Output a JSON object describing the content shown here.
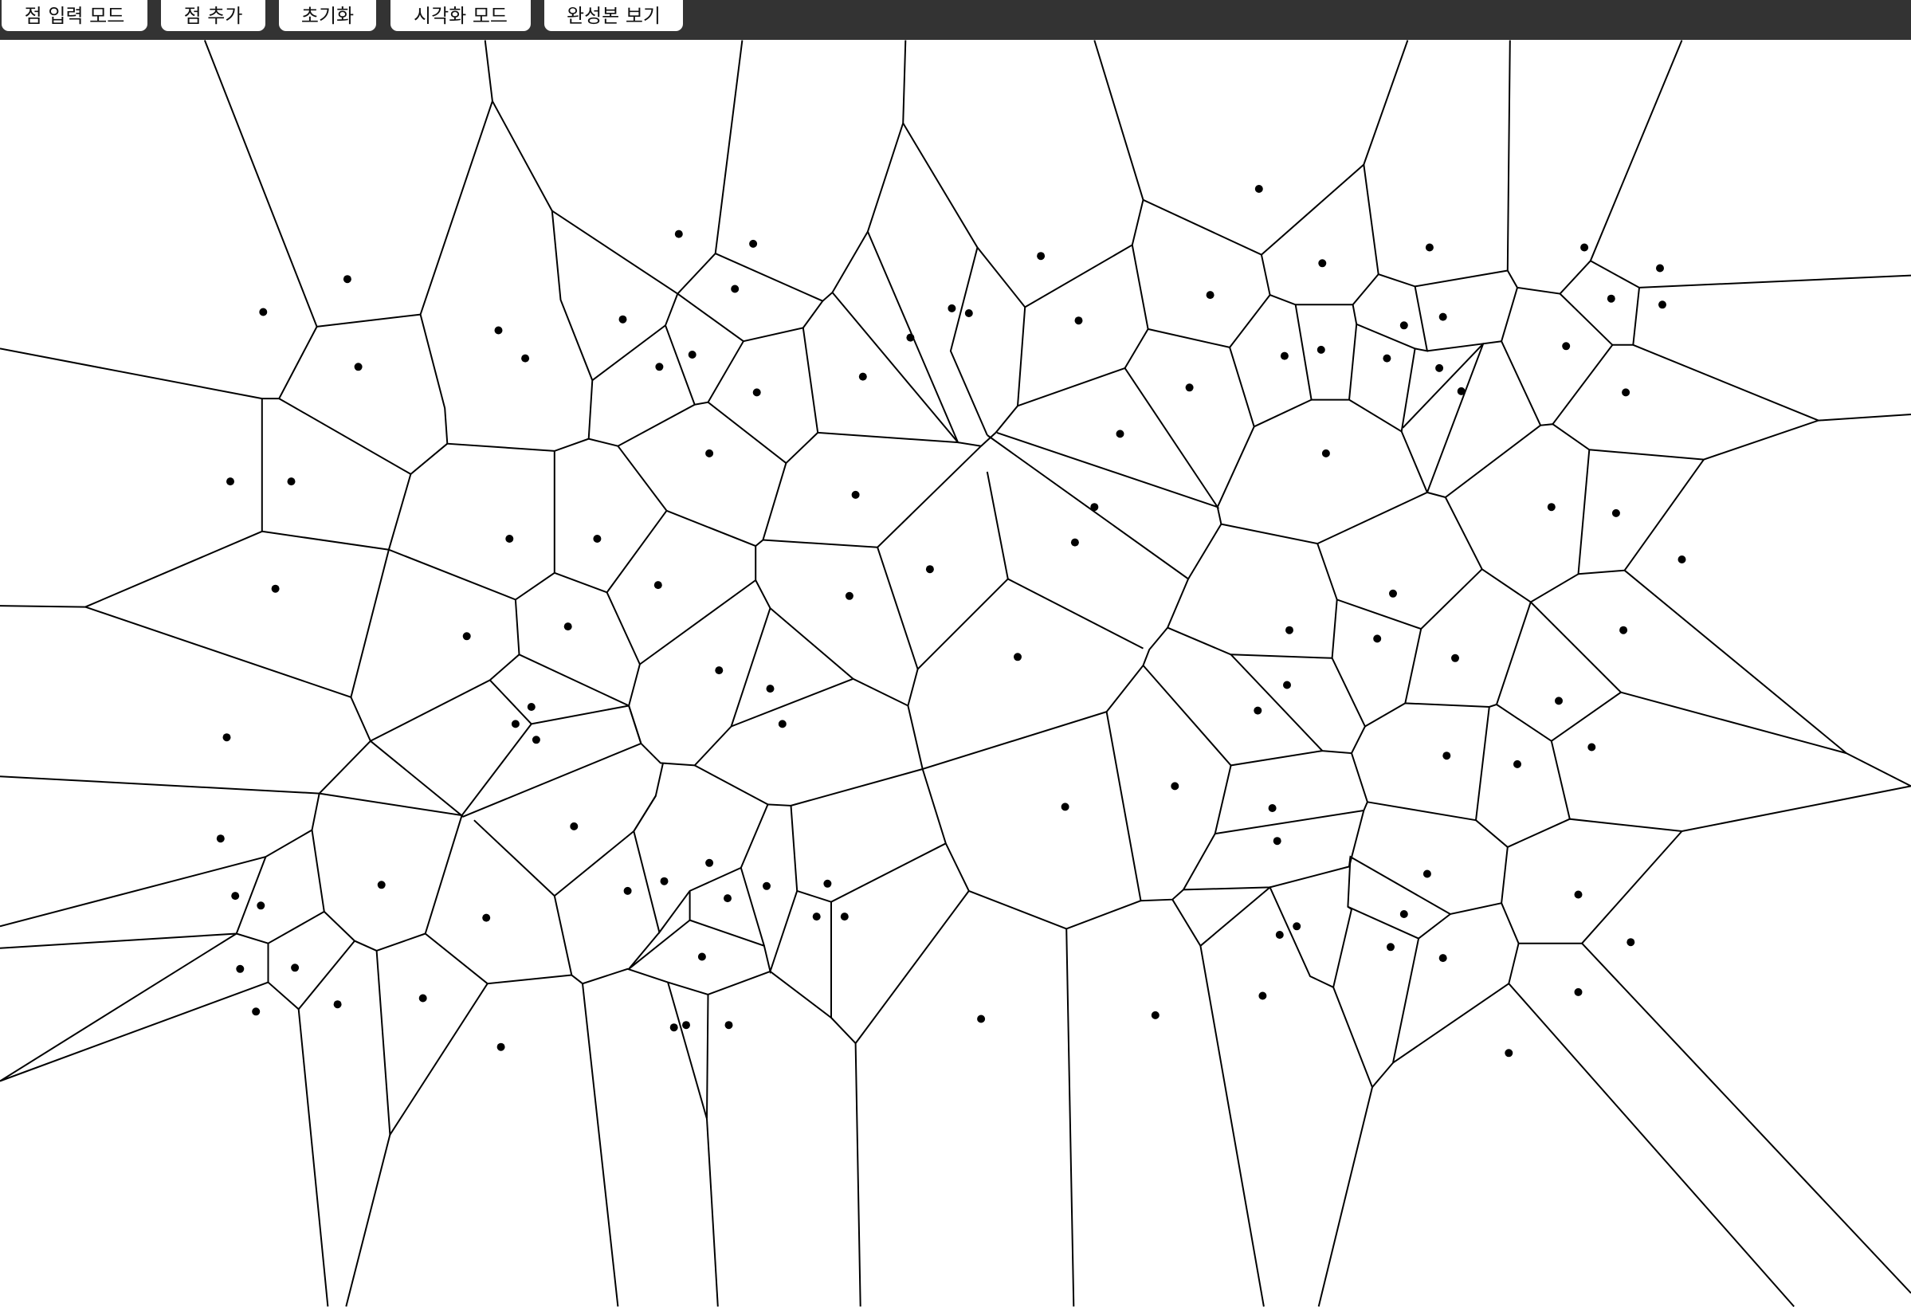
{
  "toolbar": {
    "buttons": [
      {
        "id": "point-input-mode",
        "label": "점 입력 모드"
      },
      {
        "id": "add-point",
        "label": "점 추가"
      },
      {
        "id": "reset",
        "label": "초기화"
      },
      {
        "id": "visualization-mode",
        "label": "시각화 모드"
      },
      {
        "id": "view-completed",
        "label": "완성본 보기"
      }
    ]
  },
  "colors": {
    "toolbar_bg": "#333333",
    "button_bg": "#ffffff",
    "canvas_bg": "#ffffff",
    "edge": "#000000",
    "site": "#000000"
  }
}
